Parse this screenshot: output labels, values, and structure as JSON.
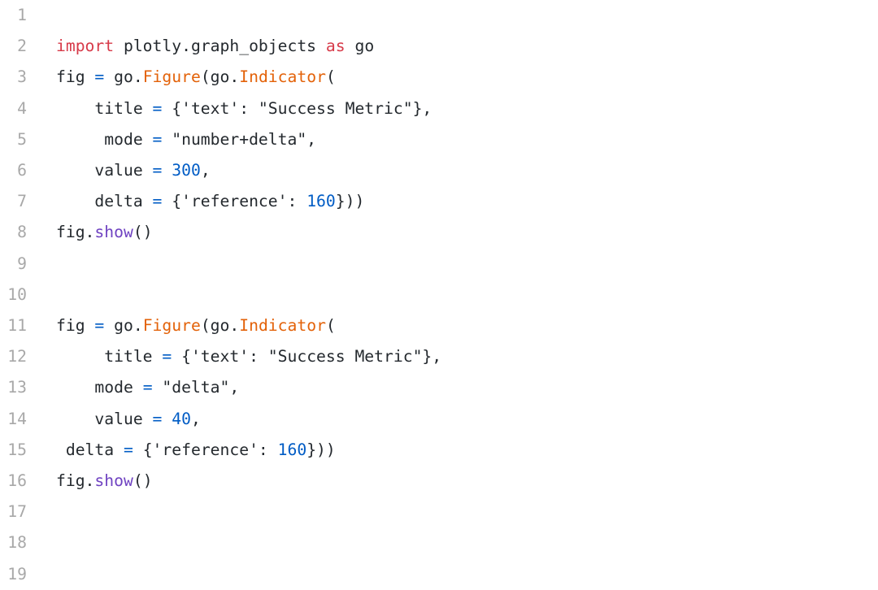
{
  "editor": {
    "lines": [
      {
        "number": "1",
        "tokens": []
      },
      {
        "number": "2",
        "tokens": [
          [
            "kw",
            "import"
          ],
          [
            "plain",
            " plotly.graph_objects "
          ],
          [
            "kw",
            "as"
          ],
          [
            "plain",
            " go"
          ]
        ]
      },
      {
        "number": "3",
        "tokens": [
          [
            "plain",
            "fig "
          ],
          [
            "op",
            "="
          ],
          [
            "plain",
            " go."
          ],
          [
            "cls",
            "Figure"
          ],
          [
            "plain",
            "(go."
          ],
          [
            "cls",
            "Indicator"
          ],
          [
            "plain",
            "("
          ]
        ]
      },
      {
        "number": "4",
        "tokens": [
          [
            "plain",
            "    title "
          ],
          [
            "op",
            "="
          ],
          [
            "plain",
            " {'text': \"Success Metric\"},"
          ]
        ]
      },
      {
        "number": "5",
        "tokens": [
          [
            "plain",
            "     mode "
          ],
          [
            "op",
            "="
          ],
          [
            "plain",
            " \"number+delta\","
          ]
        ]
      },
      {
        "number": "6",
        "tokens": [
          [
            "plain",
            "    value "
          ],
          [
            "op",
            "="
          ],
          [
            "plain",
            " "
          ],
          [
            "num",
            "300"
          ],
          [
            "plain",
            ","
          ]
        ]
      },
      {
        "number": "7",
        "tokens": [
          [
            "plain",
            "    delta "
          ],
          [
            "op",
            "="
          ],
          [
            "plain",
            " {'reference': "
          ],
          [
            "num",
            "160"
          ],
          [
            "plain",
            "}))"
          ]
        ]
      },
      {
        "number": "8",
        "tokens": [
          [
            "plain",
            "fig."
          ],
          [
            "fn",
            "show"
          ],
          [
            "plain",
            "()"
          ]
        ]
      },
      {
        "number": "9",
        "tokens": []
      },
      {
        "number": "10",
        "tokens": []
      },
      {
        "number": "11",
        "tokens": [
          [
            "plain",
            "fig "
          ],
          [
            "op",
            "="
          ],
          [
            "plain",
            " go."
          ],
          [
            "cls",
            "Figure"
          ],
          [
            "plain",
            "(go."
          ],
          [
            "cls",
            "Indicator"
          ],
          [
            "plain",
            "("
          ]
        ]
      },
      {
        "number": "12",
        "tokens": [
          [
            "plain",
            "     title "
          ],
          [
            "op",
            "="
          ],
          [
            "plain",
            " {'text': \"Success Metric\"},"
          ]
        ]
      },
      {
        "number": "13",
        "tokens": [
          [
            "plain",
            "    mode "
          ],
          [
            "op",
            "="
          ],
          [
            "plain",
            " \"delta\","
          ]
        ]
      },
      {
        "number": "14",
        "tokens": [
          [
            "plain",
            "    value "
          ],
          [
            "op",
            "="
          ],
          [
            "plain",
            " "
          ],
          [
            "num",
            "40"
          ],
          [
            "plain",
            ","
          ]
        ]
      },
      {
        "number": "15",
        "tokens": [
          [
            "plain",
            " delta "
          ],
          [
            "op",
            "="
          ],
          [
            "plain",
            " {'reference': "
          ],
          [
            "num",
            "160"
          ],
          [
            "plain",
            "}))"
          ]
        ]
      },
      {
        "number": "16",
        "tokens": [
          [
            "plain",
            "fig."
          ],
          [
            "fn",
            "show"
          ],
          [
            "plain",
            "()"
          ]
        ]
      },
      {
        "number": "17",
        "tokens": []
      },
      {
        "number": "18",
        "tokens": []
      },
      {
        "number": "19",
        "tokens": []
      }
    ]
  }
}
